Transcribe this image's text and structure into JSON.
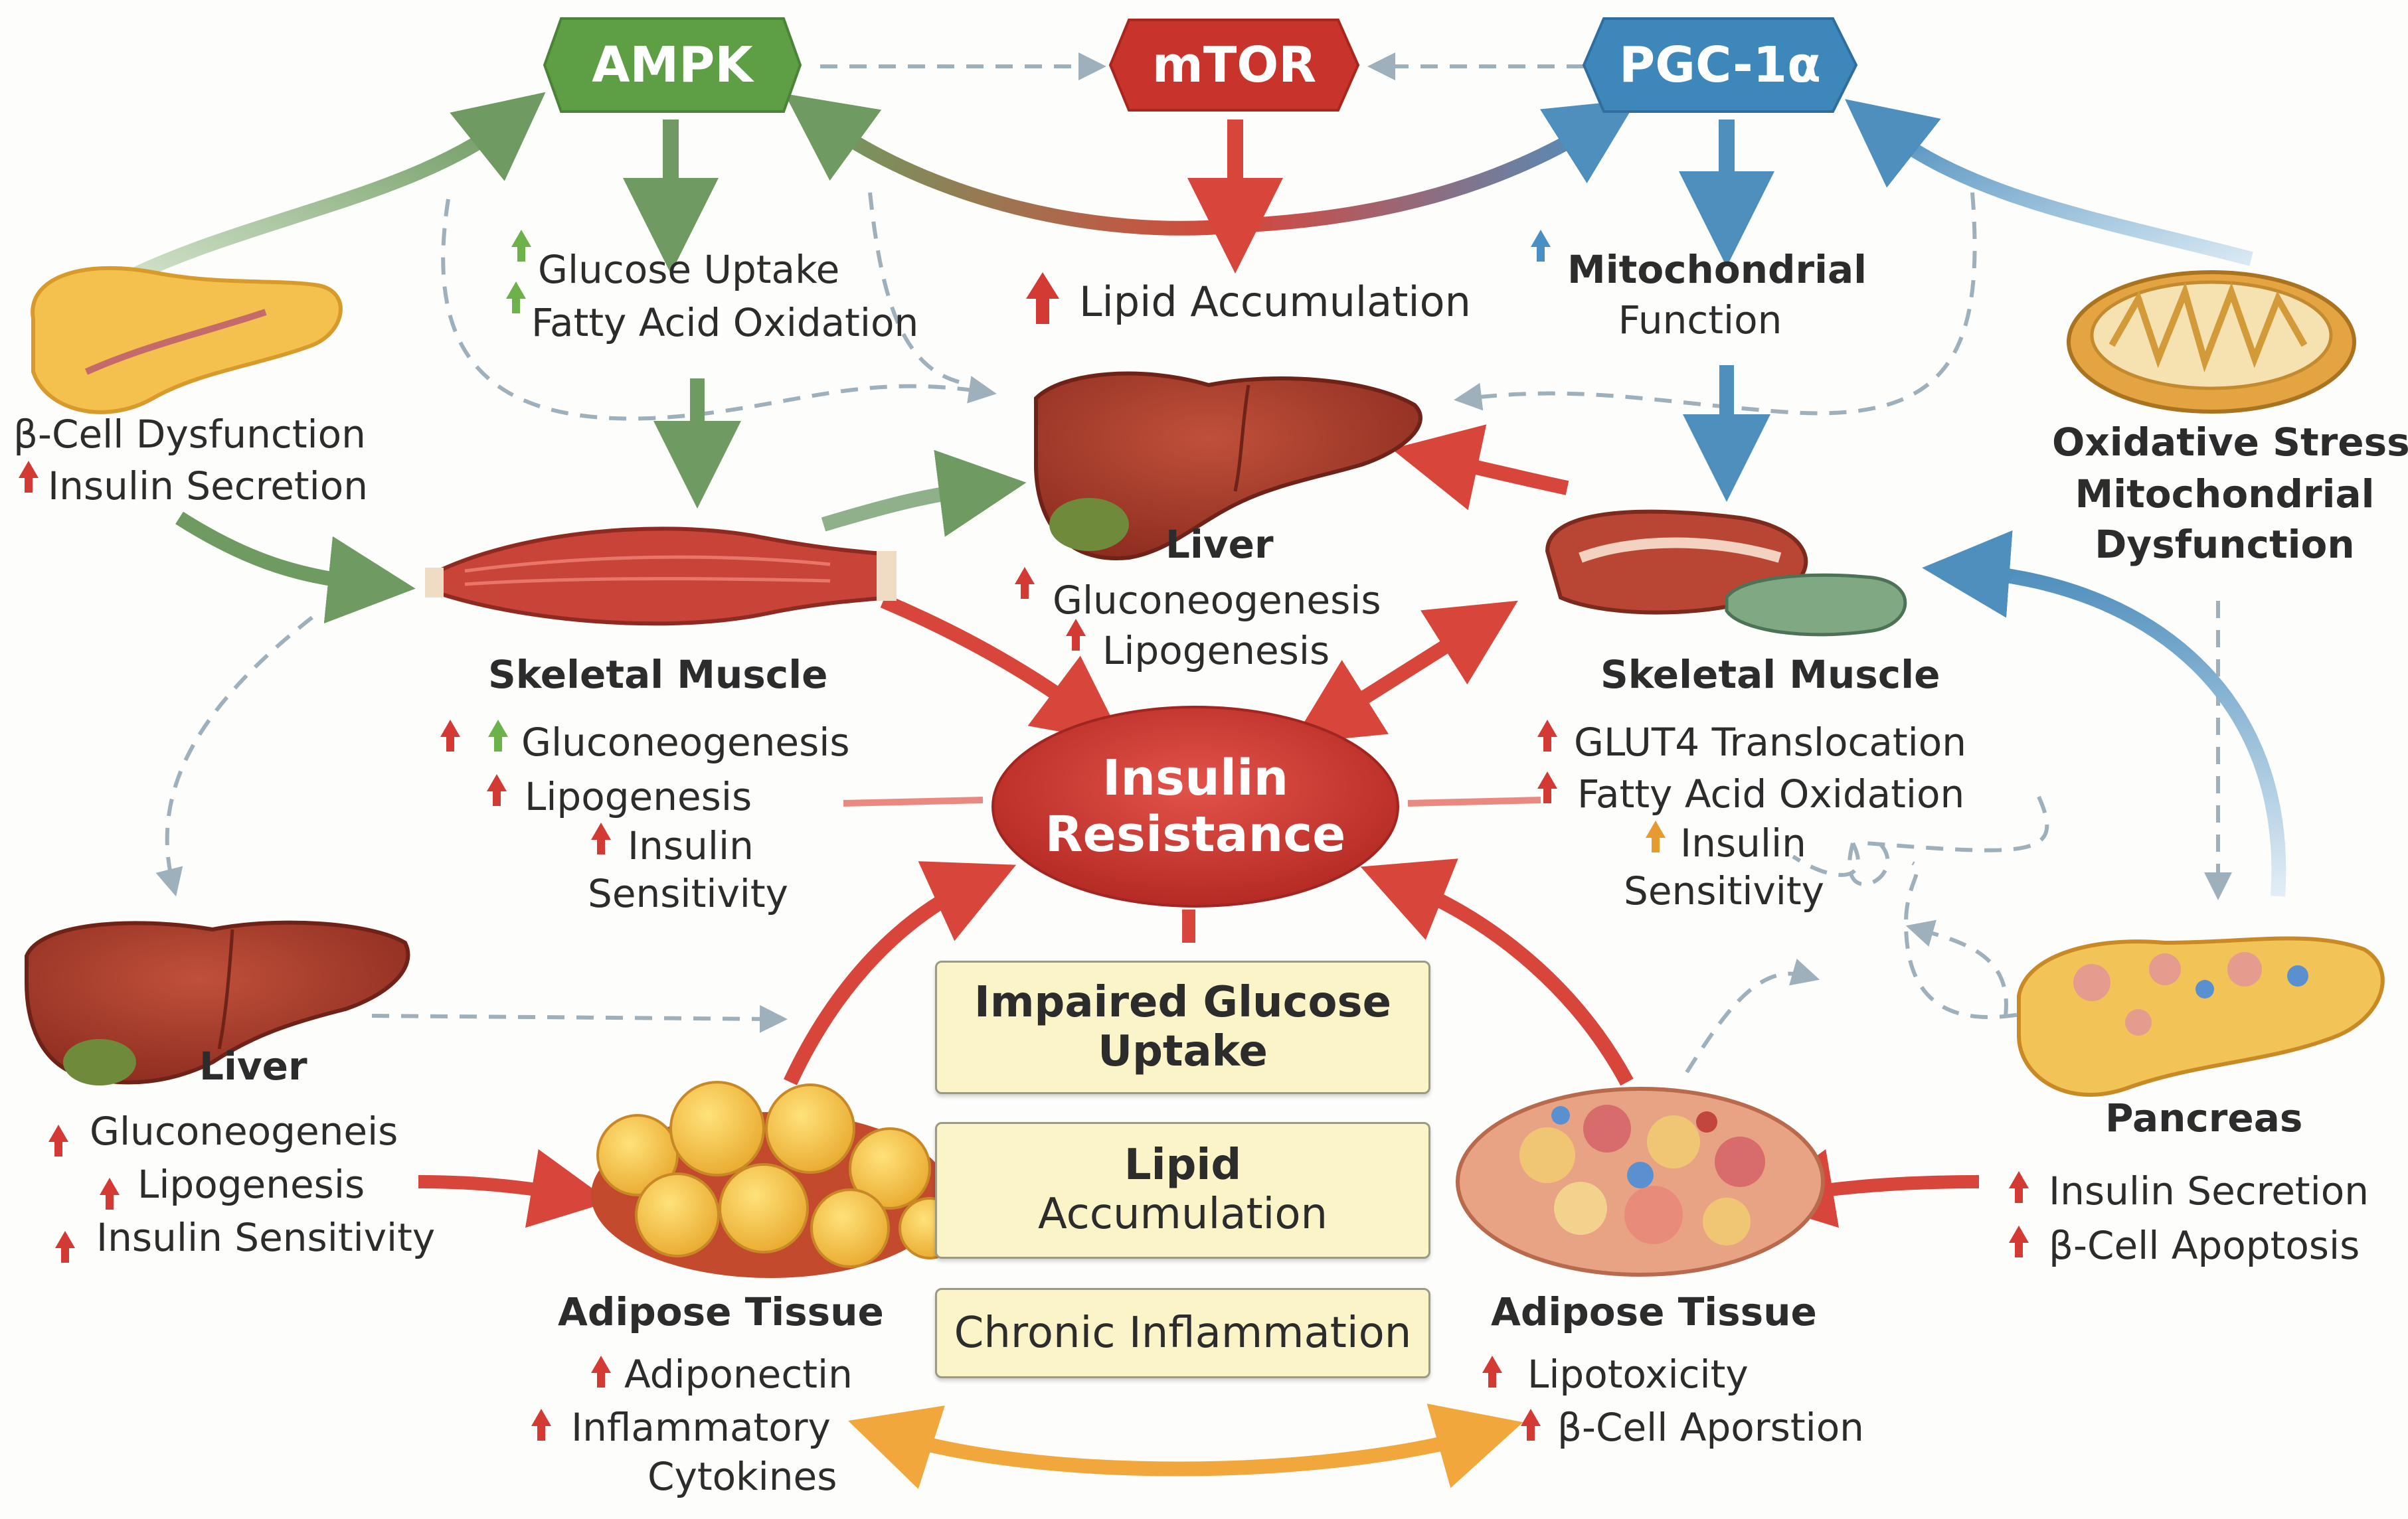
{
  "nodes": {
    "ampk": "AMPK",
    "mtor": "mTOR",
    "pgc": "PGC-1α",
    "insulin_resistance": [
      "Insulin",
      "Resistance"
    ]
  },
  "colors": {
    "ampk": "#5e9f46",
    "mtor": "#c8342c",
    "pgc": "#3e87bb",
    "red_arrow": "#d8453a",
    "green_arrow": "#6f9a62",
    "blue_arrow": "#4f8fbd",
    "orange_arrow": "#f1a73b",
    "dashed": "#9fb0bd",
    "up_red": "#d33a33",
    "up_green": "#6db14a",
    "up_blue": "#4a8fc2",
    "up_orange": "#e69a30",
    "box_fill": "#fbf4c9"
  },
  "ampk_effects": [
    "Glucose Uptake",
    "Fatty Acid Oxidation"
  ],
  "mtor_effects": [
    "Lipid Accumulation"
  ],
  "pgc_effects": [
    "Mitochondrial",
    "Function"
  ],
  "pancreas_left": {
    "lines": [
      "β-Cell Dysfunction",
      "Insulin Secretion"
    ]
  },
  "liver_center": {
    "title": "Liver",
    "lines": [
      "Gluconeogenesis",
      "Lipogenesis"
    ]
  },
  "oxidative": {
    "lines": [
      "Oxidative Stress",
      "Mitochondrial",
      "Dysfunction"
    ]
  },
  "muscle_left": {
    "title": "Skeletal Muscle",
    "lines": [
      "Gluconeogenesis",
      "Lipogenesis",
      "Insulin",
      "Sensitivity"
    ]
  },
  "muscle_right": {
    "title": "Skeletal Muscle",
    "lines": [
      "GLUT4 Translocation",
      "Fatty Acid Oxidation",
      "Insulin",
      "Sensitivity"
    ]
  },
  "liver_left": {
    "title": "Liver",
    "lines": [
      "Gluconeogeneis",
      "Lipogenesis",
      "Insulin Sensitivity"
    ]
  },
  "center_boxes": [
    [
      "Impaired Glucose",
      "Uptake"
    ],
    [
      "Lipid",
      "Accumulation"
    ],
    [
      "Chronic Inflammation"
    ]
  ],
  "adipose_left": {
    "title": "Adipose Tissue",
    "lines": [
      "Adiponectin",
      "Inflammatory",
      "Cytokines"
    ]
  },
  "adipose_right": {
    "title": "Adipose Tissue",
    "lines": [
      "Lipotoxicity",
      "β-Cell Aporstion"
    ]
  },
  "pancreas_right": {
    "title": "Pancreas",
    "lines": [
      "Insulin Secretion",
      "β-Cell Apoptosis"
    ]
  }
}
